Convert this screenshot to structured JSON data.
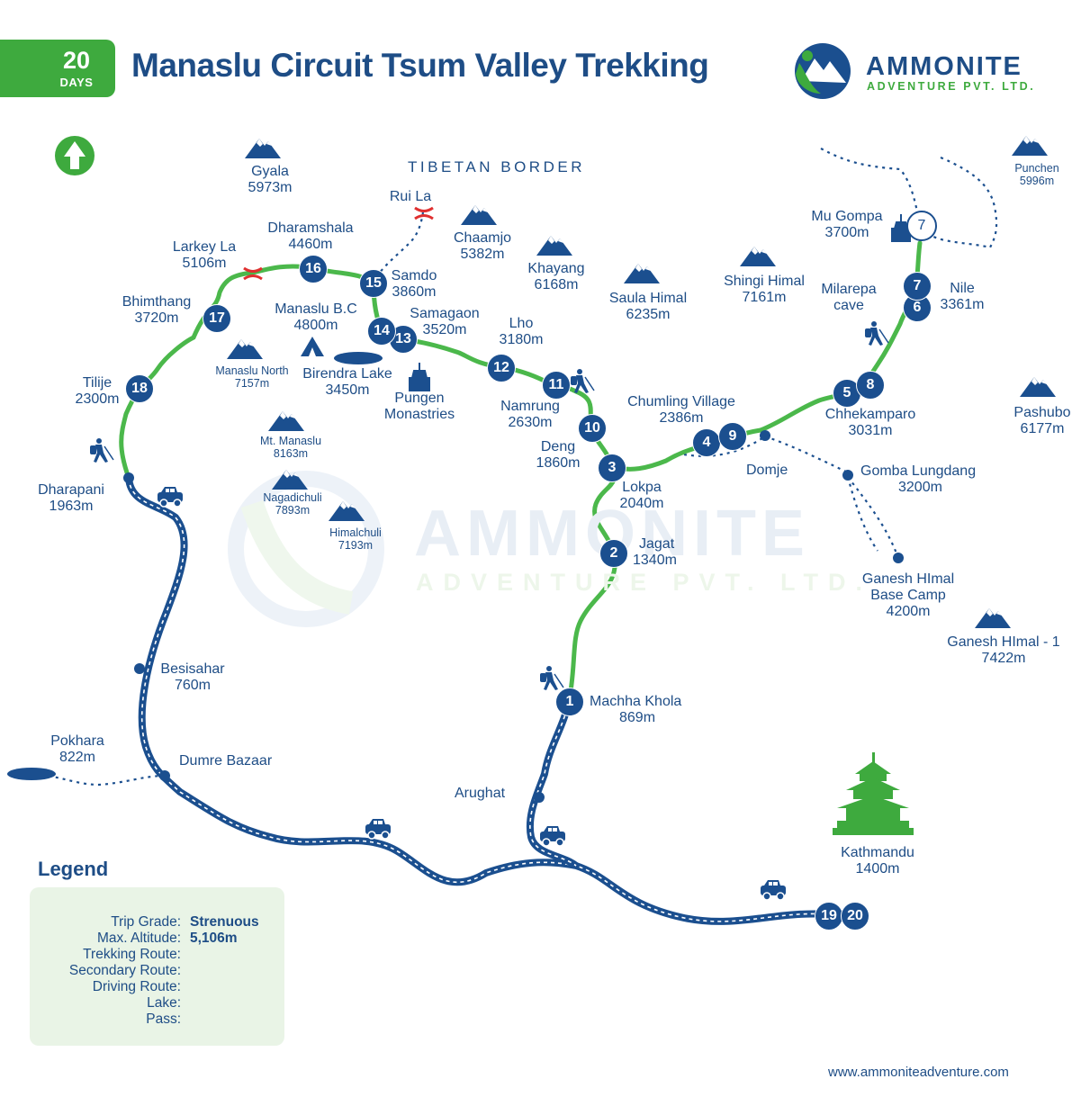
{
  "header": {
    "days_number": "20",
    "days_label": "DAYS",
    "title": "Manaslu Circuit Tsum Valley Trekking",
    "brand_name": "AMMONITE",
    "brand_sub": "ADVENTURE PVT. LTD."
  },
  "border_label": "TIBETAN BORDER",
  "watermark": {
    "line1": "AMMONITE",
    "line2": "ADVENTURE PVT. LTD."
  },
  "stops": [
    {
      "n": "1"
    },
    {
      "n": "2"
    },
    {
      "n": "3"
    },
    {
      "n": "4"
    },
    {
      "n": "5"
    },
    {
      "n": "6"
    },
    {
      "n": "7"
    },
    {
      "n": "8"
    },
    {
      "n": "9"
    },
    {
      "n": "10"
    },
    {
      "n": "11"
    },
    {
      "n": "12"
    },
    {
      "n": "13"
    },
    {
      "n": "14"
    },
    {
      "n": "15"
    },
    {
      "n": "16"
    },
    {
      "n": "17"
    },
    {
      "n": "18"
    },
    {
      "n": "19"
    },
    {
      "n": "20"
    }
  ],
  "places": {
    "machha_khola": {
      "name": "Machha Khola",
      "alt": "869m"
    },
    "jagat": {
      "name": "Jagat",
      "alt": "1340m"
    },
    "lokpa": {
      "name": "Lokpa",
      "alt": "2040m"
    },
    "deng": {
      "name": "Deng",
      "alt": "1860m"
    },
    "namrung": {
      "name": "Namrung",
      "alt": "2630m"
    },
    "lho": {
      "name": "Lho",
      "alt": "3180m"
    },
    "samagaon": {
      "name": "Samagaon",
      "alt": "3520m"
    },
    "samdo": {
      "name": "Samdo",
      "alt": "3860m"
    },
    "dharamshala": {
      "name": "Dharamshala",
      "alt": "4460m"
    },
    "larkey_la": {
      "name": "Larkey La",
      "alt": "5106m"
    },
    "bhimthang": {
      "name": "Bhimthang",
      "alt": "3720m"
    },
    "tilije": {
      "name": "Tilije",
      "alt": "2300m"
    },
    "dharapani": {
      "name": "Dharapani",
      "alt": "1963m"
    },
    "besisahar": {
      "name": "Besisahar",
      "alt": "760m"
    },
    "pokhara": {
      "name": "Pokhara",
      "alt": "822m"
    },
    "dumre": {
      "name": "Dumre Bazaar"
    },
    "arughat": {
      "name": "Arughat"
    },
    "kathmandu": {
      "name": "Kathmandu",
      "alt": "1400m"
    },
    "chumling": {
      "name": "Chumling Village",
      "alt": "2386m"
    },
    "domje": {
      "name": "Domje"
    },
    "chhekamparo": {
      "name": "Chhekamparo",
      "alt": "3031m"
    },
    "nile": {
      "name": "Nile",
      "alt": "3361m"
    },
    "mu_gompa": {
      "name": "Mu Gompa",
      "alt": "3700m"
    },
    "milarepa": {
      "name": "Milarepa",
      "alt": "cave"
    },
    "gomba_lungdang": {
      "name": "Gomba Lungdang",
      "alt": "3200m"
    },
    "ganesh_bc": {
      "line1": "Ganesh HImal",
      "line2": "Base Camp",
      "alt": "4200m"
    },
    "manaslu_bc": {
      "name": "Manaslu B.C",
      "alt": "4800m"
    },
    "birendra": {
      "name": "Birendra Lake",
      "alt": "3450m"
    },
    "pungen": {
      "line1": "Pungen",
      "line2": "Monastries"
    },
    "rui_la": {
      "name": "Rui La"
    }
  },
  "peaks": {
    "gyala": {
      "name": "Gyala",
      "alt": "5973m"
    },
    "chaamjo": {
      "name": "Chaamjo",
      "alt": "5382m"
    },
    "khayang": {
      "name": "Khayang",
      "alt": "6168m"
    },
    "saula": {
      "name": "Saula Himal",
      "alt": "6235m"
    },
    "shingi": {
      "name": "Shingi Himal",
      "alt": "7161m"
    },
    "punchen": {
      "name": "Punchen",
      "alt": "5996m"
    },
    "pashubo": {
      "name": "Pashubo",
      "alt": "6177m"
    },
    "ganesh1": {
      "name": "Ganesh HImal - 1",
      "alt": "7422m"
    },
    "manaslu_north": {
      "name": "Manaslu North",
      "alt": "7157m"
    },
    "mt_manaslu": {
      "name": "Mt. Manaslu",
      "alt": "8163m"
    },
    "nagadichuli": {
      "name": "Nagadichuli",
      "alt": "7893m"
    },
    "himalchuli": {
      "name": "Himalchuli",
      "alt": "7193m"
    }
  },
  "legend": {
    "title": "Legend",
    "grade_label": "Trip Grade:",
    "grade_value": "Strenuous",
    "altitude_label": "Max. Altitude:",
    "altitude_value": "5,106m",
    "trekking_label": "Trekking Route:",
    "secondary_label": "Secondary Route:",
    "driving_label": "Driving Route:",
    "lake_label": "Lake:",
    "pass_label": "Pass:"
  },
  "colors": {
    "blue": "#1b4f8f",
    "green": "#4bb84b",
    "pass_red": "#e03030"
  },
  "icons": [
    "north-arrow-icon",
    "mountain-icon",
    "pass-icon",
    "lake-icon",
    "jeep-icon",
    "trekker-icon",
    "stupa-icon",
    "tent-icon",
    "pagoda-icon"
  ],
  "url": "www.ammoniteadventure.com"
}
